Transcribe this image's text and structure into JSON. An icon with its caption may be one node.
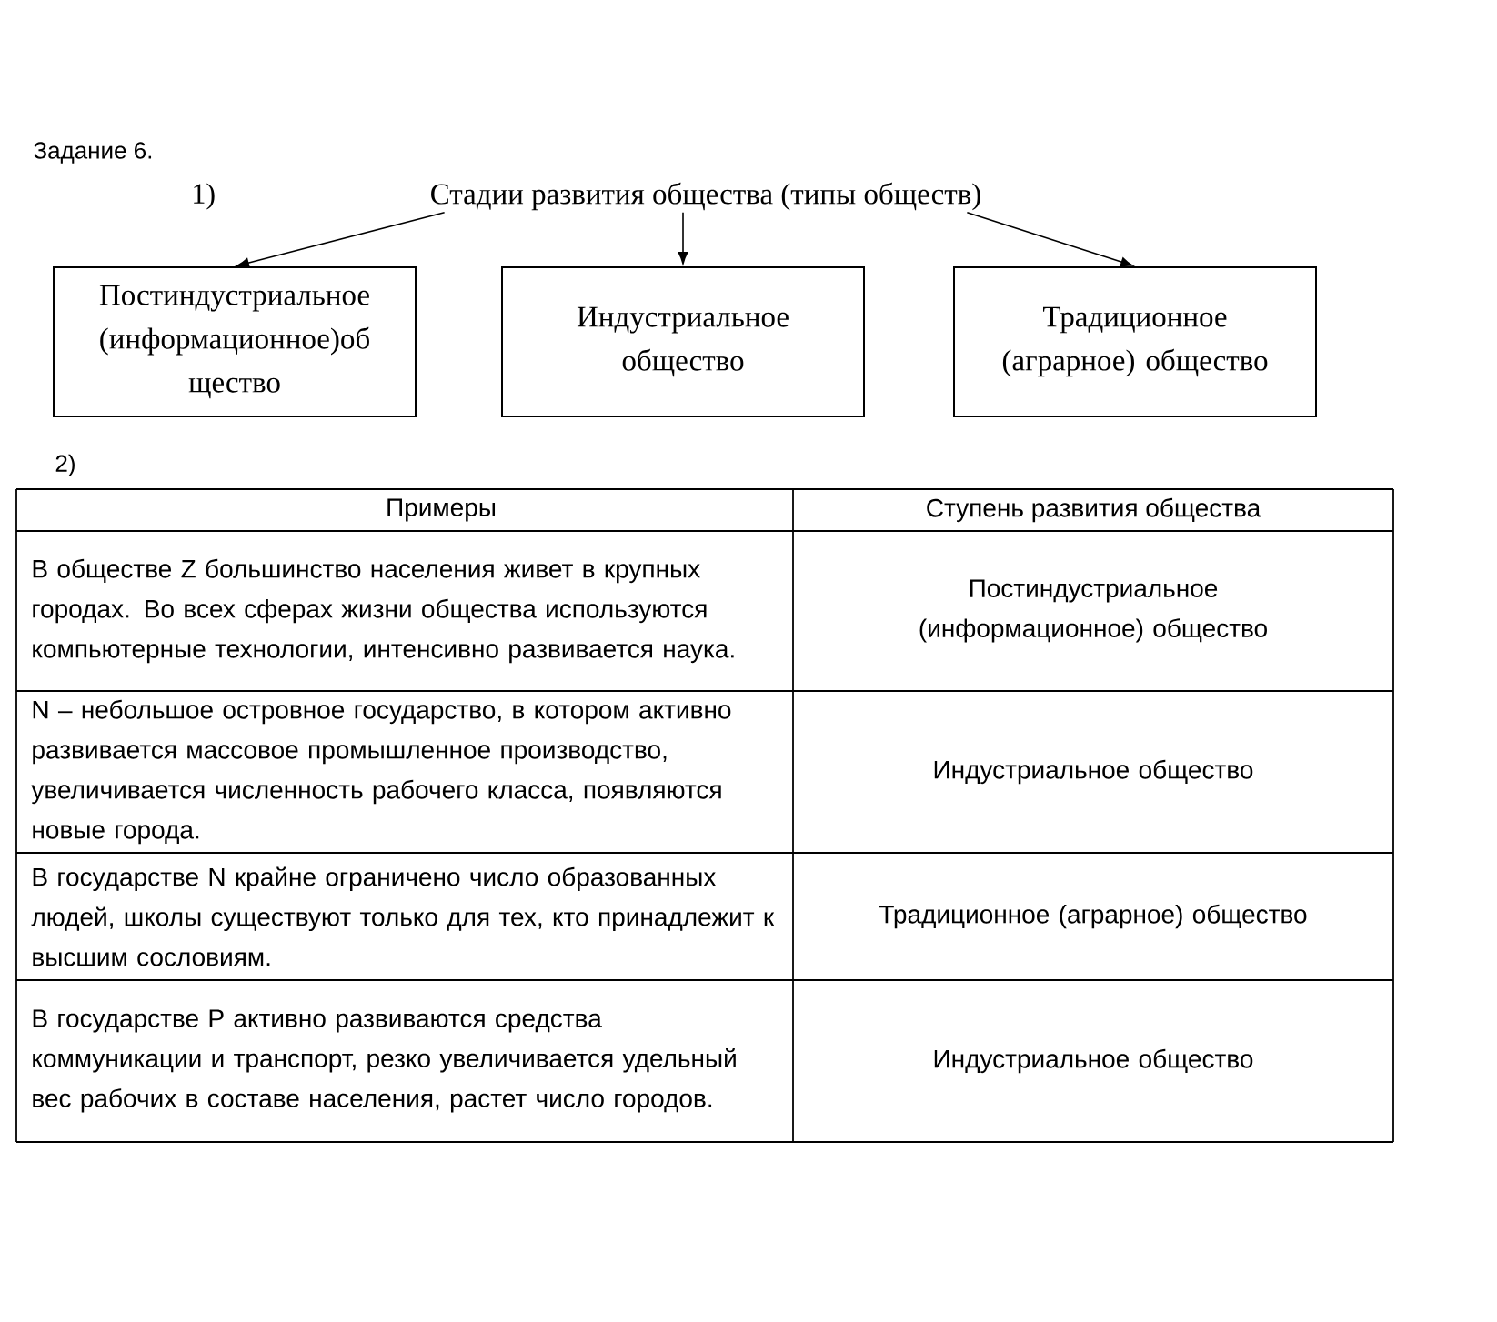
{
  "diagram": {
    "title": "Задание 6.",
    "nodes": [
      {
        "text": [
          "Стадии развития общества (типы обществ)"
        ]
      },
      {
        "text": [
          "Постиндустриальное (информационное)об щество"
        ]
      },
      {
        "text": [
          "Индустриальное общество"
        ]
      },
      {
        "text": [
          "Традиционное (аграрное) общество"
        ]
      }
    ],
    "edges": [
      {
        "from": 0,
        "to": 1,
        "arrow": "to"
      },
      {
        "from": 0,
        "to": 2,
        "arrow": "to"
      },
      {
        "from": 0,
        "to": 3,
        "arrow": "to"
      }
    ],
    "labels": [
      "1)",
      "2)",
      "Примеры",
      "Ступень развития общества",
      "В обществе Z большинство населения живет в крупных городах. Во всех сферах жизни общества используются компьютерные технологии, интенсивно развивается наука.",
      "Постиндустриальное (информационное) общество",
      "N – небольшое островное государство, в котором активно развивается массовое промышленное производство, увеличивается численность рабочего класса, появляются новые города.",
      "Индустриальное общество",
      "В государстве N крайне ограничено число образованных людей, школы существуют только для тех, кто принадлежит к высшим сословиям.",
      "Традиционное (аграрное) общество",
      "В государстве P активно развиваются средства коммуникации и транспорт, резко увеличивается удельный вес рабочих в составе населения, растет число городов.",
      "Индустриальное общество"
    ]
  }
}
